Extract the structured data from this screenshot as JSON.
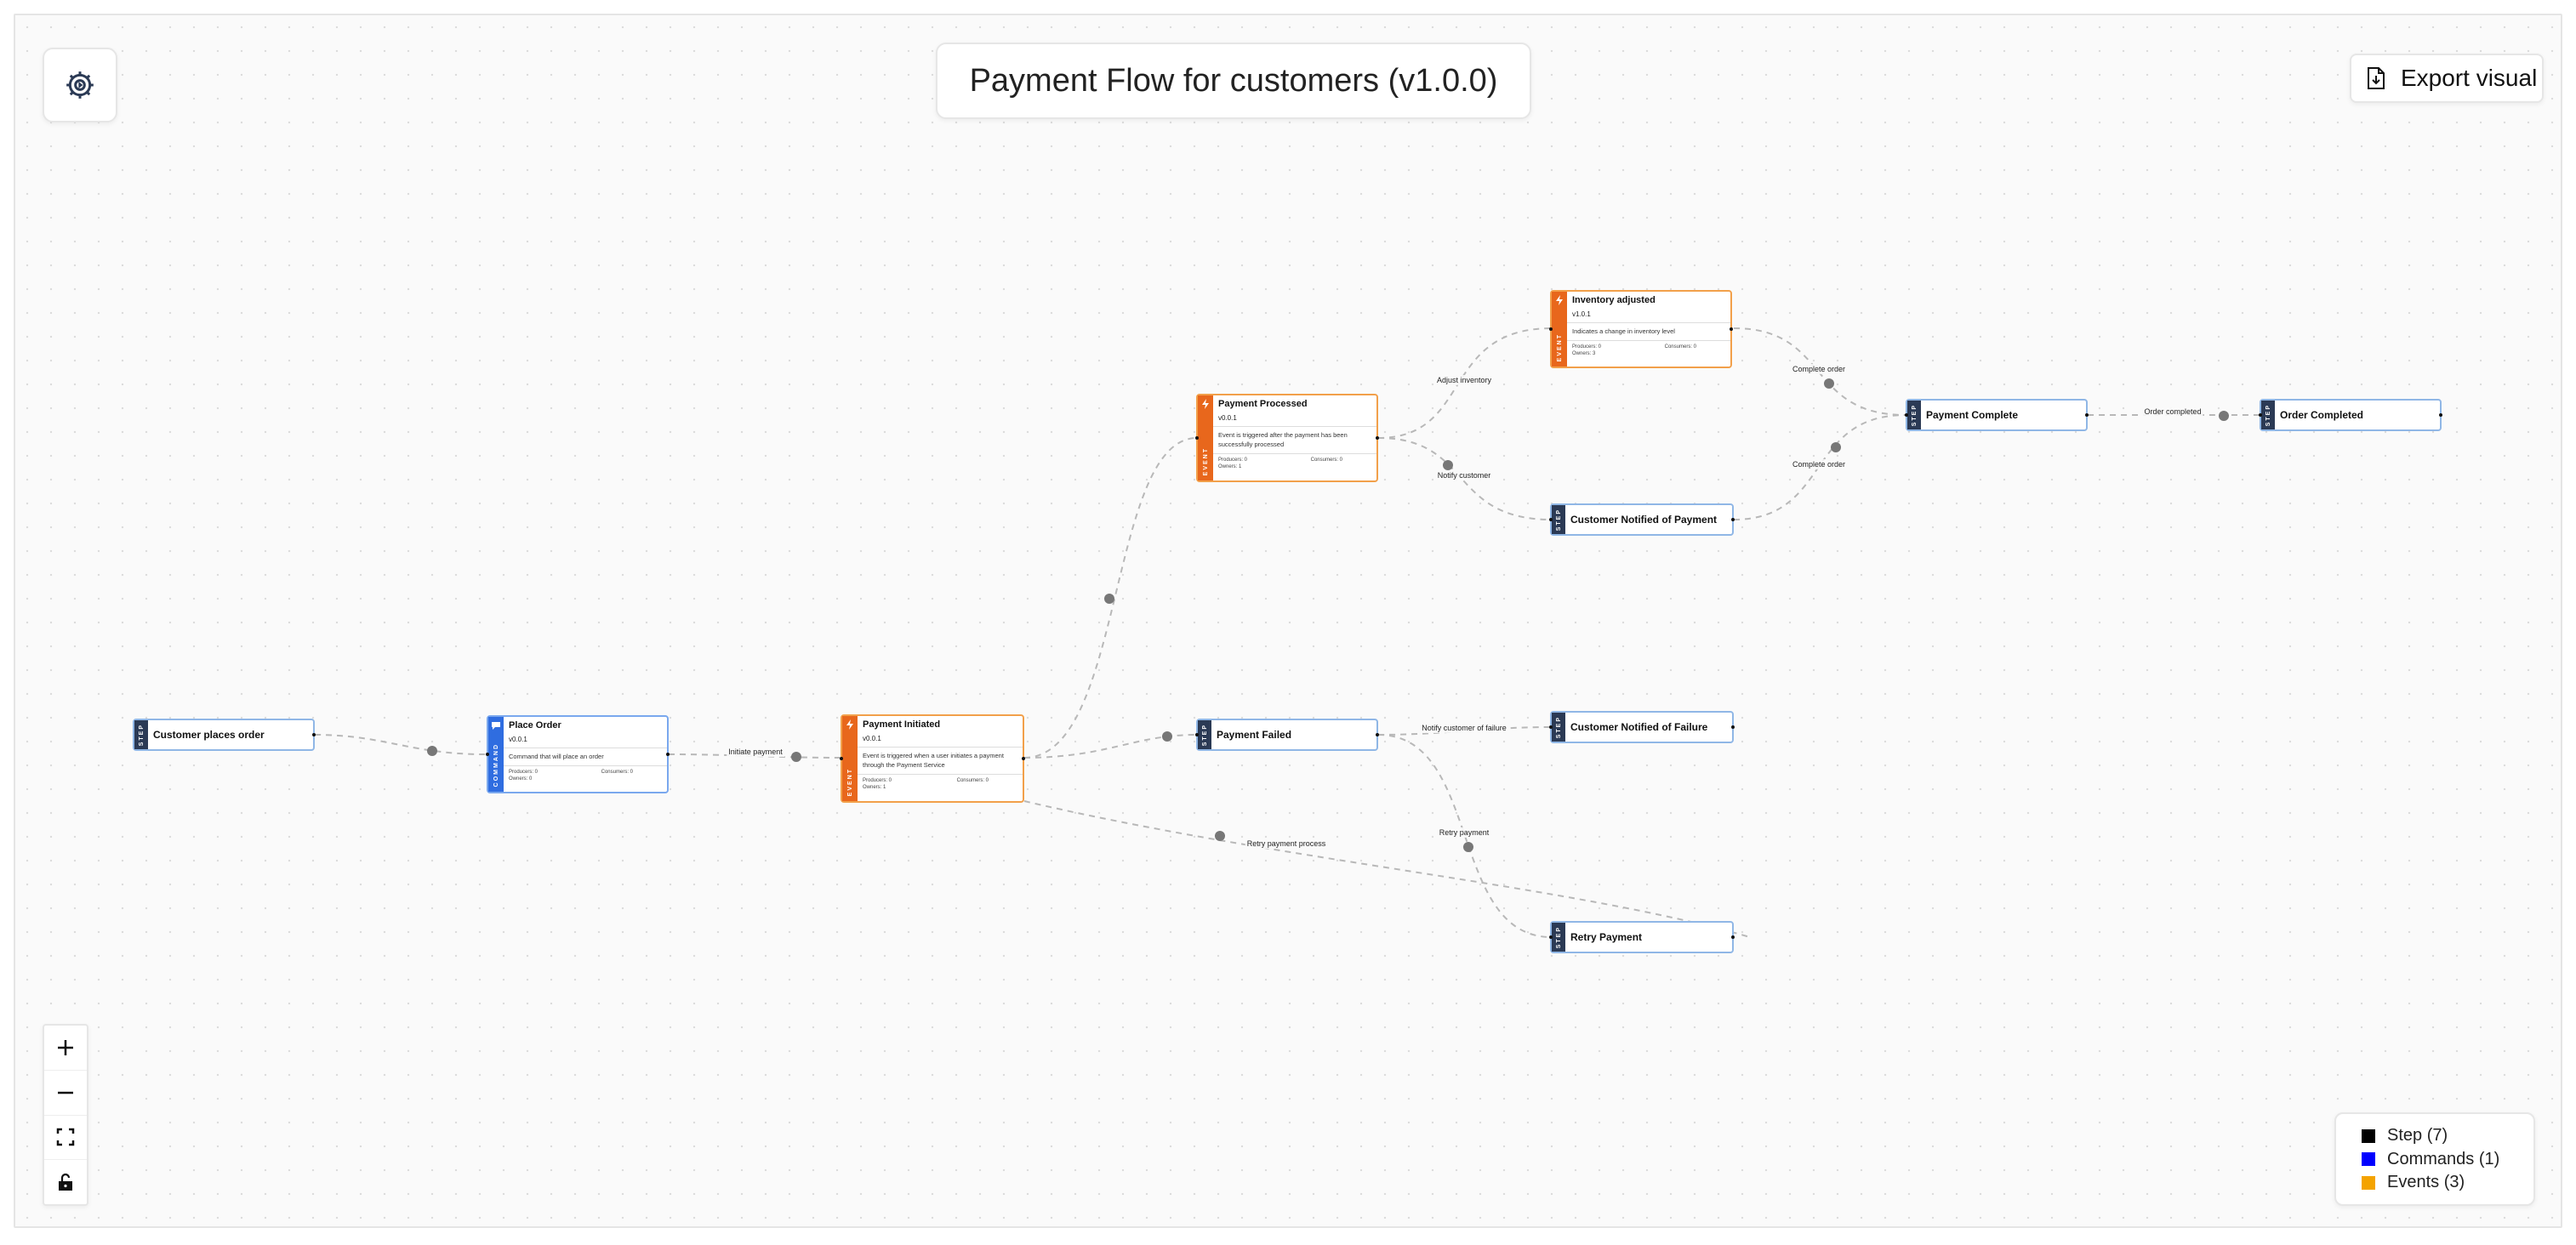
{
  "title": "Payment Flow for customers (v1.0.0)",
  "export_label": "Export visual",
  "legend": [
    {
      "label": "Step (7)",
      "color": "#000000"
    },
    {
      "label": "Commands (1)",
      "color": "#0000ff"
    },
    {
      "label": "Events (3)",
      "color": "#f4a300"
    }
  ],
  "strip_labels": {
    "step": "STEP",
    "event": "EVENT",
    "command": "COMMAND"
  },
  "nodes": {
    "customer_places_order": {
      "name": "Customer places order"
    },
    "place_order": {
      "name": "Place Order",
      "version": "v0.0.1",
      "description": "Command that will place an order",
      "producers": "Producers: 0",
      "consumers": "Consumers: 0",
      "owners": "Owners: 0"
    },
    "payment_initiated": {
      "name": "Payment Initiated",
      "version": "v0.0.1",
      "description": "Event is triggered when a user initiates a payment through the Payment Service",
      "producers": "Producers: 0",
      "consumers": "Consumers: 0",
      "owners": "Owners: 1"
    },
    "payment_processed": {
      "name": "Payment Processed",
      "version": "v0.0.1",
      "description": "Event is triggered after the payment has been successfully processed",
      "producers": "Producers: 0",
      "consumers": "Consumers: 0",
      "owners": "Owners: 1"
    },
    "inventory_adjusted": {
      "name": "Inventory adjusted",
      "version": "v1.0.1",
      "description": "Indicates a change in inventory level",
      "producers": "Producers: 0",
      "consumers": "Consumers: 0",
      "owners": "Owners: 3"
    },
    "payment_failed": {
      "name": "Payment Failed"
    },
    "customer_notified_payment": {
      "name": "Customer Notified of Payment"
    },
    "customer_notified_failure": {
      "name": "Customer Notified of Failure"
    },
    "retry_payment": {
      "name": "Retry Payment"
    },
    "payment_complete": {
      "name": "Payment Complete"
    },
    "order_completed": {
      "name": "Order Completed"
    }
  },
  "edge_labels": {
    "initiate_payment": "Initiate payment",
    "adjust_inventory": "Adjust inventory",
    "notify_customer": "Notify customer",
    "complete_order_1": "Complete order",
    "complete_order_2": "Complete order",
    "order_completed": "Order completed",
    "notify_failure": "Notify customer of failure",
    "retry_payment": "Retry payment",
    "retry_payment_process": "Retry payment process"
  }
}
